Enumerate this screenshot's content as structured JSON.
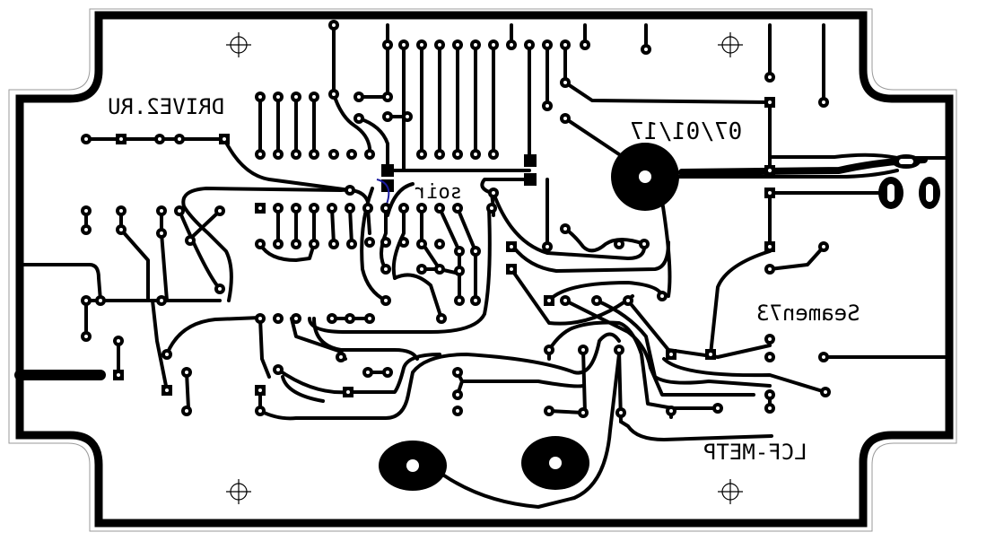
{
  "board": {
    "labels": {
      "site": "DRIVE2.RU",
      "date": "07/01/17",
      "package": "soir",
      "author": "Seamen73",
      "device": "LCF-METP"
    },
    "colors": {
      "copper": "#000000",
      "background": "#ffffff",
      "outline": "#9a9a9a",
      "jumper": "#1a1aa0"
    }
  }
}
